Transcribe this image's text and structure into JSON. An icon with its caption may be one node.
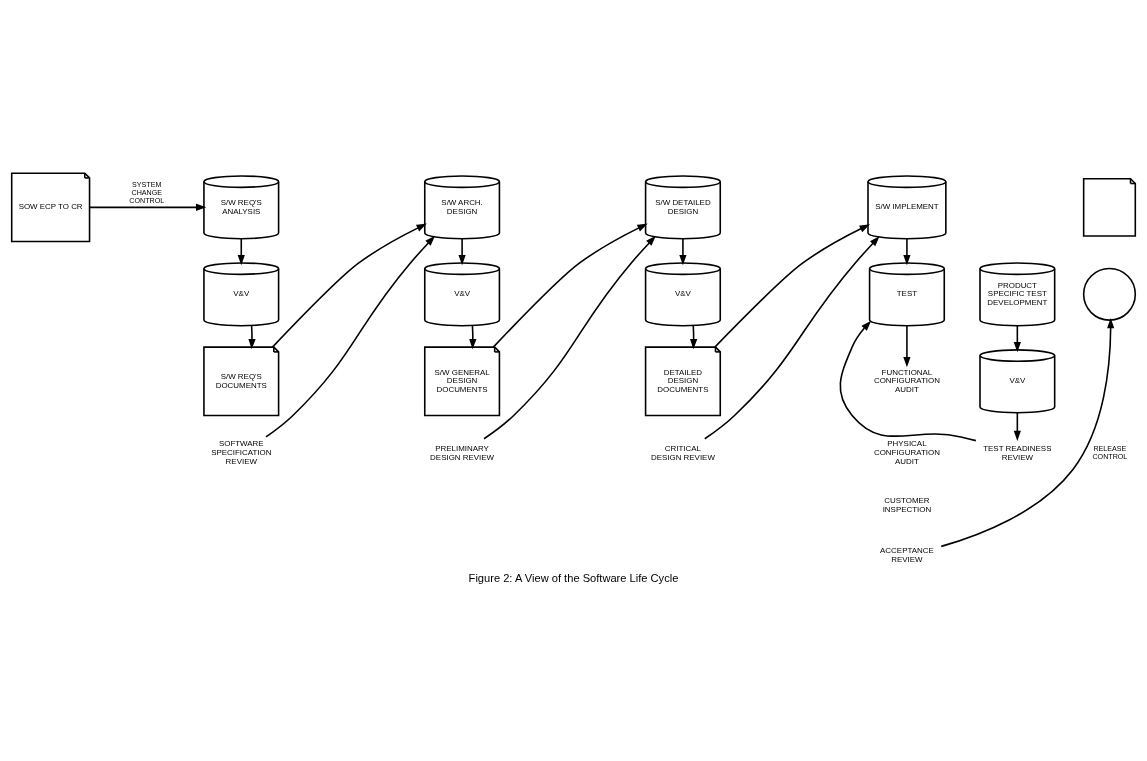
{
  "diagram": {
    "caption": "Figure 2: A View of the Software Life Cycle",
    "nodes": [
      {
        "text": [
          "SOW ECP TO CR"
        ]
      },
      {
        "text": [
          "S/W REQ'S ANALYSIS"
        ]
      },
      {
        "text": [
          "V&V"
        ]
      },
      {
        "text": [
          "S/W REQ'S DOCUMENTS"
        ]
      },
      {
        "text": [
          "SOFTWARE SPECIFICATION REVIEW"
        ]
      },
      {
        "text": [
          "S/W ARCH. DESIGN"
        ]
      },
      {
        "text": [
          "V&V"
        ]
      },
      {
        "text": [
          "S/W GENERAL DESIGN DOCUMENTS"
        ]
      },
      {
        "text": [
          "PRELIMINARY DESIGN REVIEW"
        ]
      },
      {
        "text": [
          "S/W DETAILED DESIGN"
        ]
      },
      {
        "text": [
          "V&V"
        ]
      },
      {
        "text": [
          "DETAILED DESIGN DOCUMENTS"
        ]
      },
      {
        "text": [
          "CRITICAL DESIGN REVIEW"
        ]
      },
      {
        "text": [
          "PRODUCT SPECIFIC TEST DEVELOPMENT"
        ]
      },
      {
        "text": [
          "V&V"
        ]
      },
      {
        "text": [
          "TEST READINESS REVIEW"
        ]
      },
      {
        "text": [
          "S/W IMPLEMENT"
        ]
      },
      {
        "text": [
          "TEST"
        ]
      },
      {
        "text": [
          "FUNCTIONAL CONFIGURATION AUDIT"
        ]
      },
      {
        "text": [
          "PHYSICAL CONFIGURATION AUDIT"
        ]
      },
      {
        "text": [
          "CUSTOMER INSPECTION"
        ]
      },
      {
        "text": [
          "ACCEPTANCE REVIEW"
        ]
      },
      {
        "text": [],
        "shape": "box"
      },
      {
        "text": [],
        "shape": "circle"
      }
    ],
    "edges": [
      {
        "from": 0,
        "to": 1,
        "arrow": "to",
        "label": "SYSTEM CHANGE CONTROL"
      },
      {
        "from": 1,
        "to": 2,
        "arrow": "to"
      },
      {
        "from": 2,
        "to": 3,
        "arrow": "to"
      },
      {
        "from": 3,
        "to": 5,
        "arrow": "to"
      },
      {
        "from": 4,
        "to": 5,
        "arrow": "to"
      },
      {
        "from": 5,
        "to": 6,
        "arrow": "to"
      },
      {
        "from": 6,
        "to": 7,
        "arrow": "to"
      },
      {
        "from": 7,
        "to": 9,
        "arrow": "to"
      },
      {
        "from": 8,
        "to": 9,
        "arrow": "to"
      },
      {
        "from": 9,
        "to": 10,
        "arrow": "to"
      },
      {
        "from": 10,
        "to": 11,
        "arrow": "to"
      },
      {
        "from": 11,
        "to": 16,
        "arrow": "to"
      },
      {
        "from": 12,
        "to": 16,
        "arrow": "to"
      },
      {
        "from": 13,
        "to": 14,
        "arrow": "to"
      },
      {
        "from": 14,
        "to": 15,
        "arrow": "to"
      },
      {
        "from": 16,
        "to": 17,
        "arrow": "to"
      },
      {
        "from": 15,
        "to": 17,
        "arrow": "to"
      },
      {
        "from": 17,
        "to": 18,
        "arrow": "to"
      },
      {
        "from": 21,
        "to": 23,
        "arrow": "to",
        "label": "RELEASE CONTROL"
      }
    ]
  }
}
